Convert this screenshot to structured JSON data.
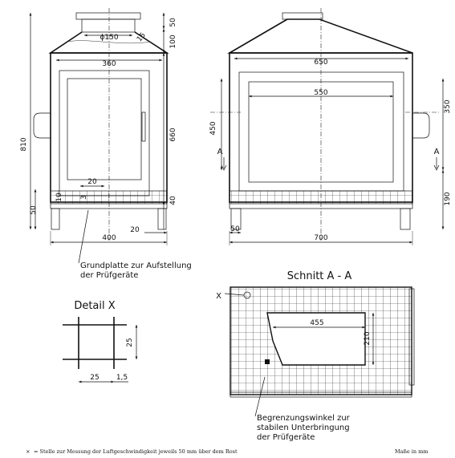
{
  "front_view": {
    "dims": {
      "flange_height": "50",
      "hood_height": "100",
      "chimney_diameter": "ϕ150",
      "hood_angle": "15",
      "inner_width": "360",
      "total_height": "810",
      "door_height": "660",
      "base_height": "50",
      "grate_gap": "20",
      "grate_10": "10",
      "grate_3": "3",
      "grate_40": "40",
      "foot_20": "20",
      "total_width": "400"
    },
    "callout": [
      "Grundplatte zur Aufstellung",
      "der Prüfgeräte"
    ]
  },
  "side_view": {
    "dims": {
      "inner_width": "650",
      "window_width": "550",
      "window_height": "450",
      "top_offset": "350",
      "base_height": "190",
      "foot_50": "50",
      "total_width": "700"
    },
    "section_marks": [
      "A",
      "A"
    ]
  },
  "detail_x": {
    "title": "Detail X",
    "dims": {
      "spacing": "25",
      "gap": "25",
      "wire": "1,5"
    }
  },
  "section_aa": {
    "title": "Schnitt A - A",
    "marker": "X",
    "dims": {
      "width": "455",
      "height": "210"
    },
    "callout": [
      "Begrenzungswinkel zur",
      "stabilen Unterbringung",
      "der Prüfgeräte"
    ]
  },
  "footnote": {
    "symbol": "×",
    "text": "= Stelle zur Messung der Luftgeschwindigkeit jeweils 50 mm über dem Rost",
    "units": "Maße in mm"
  }
}
